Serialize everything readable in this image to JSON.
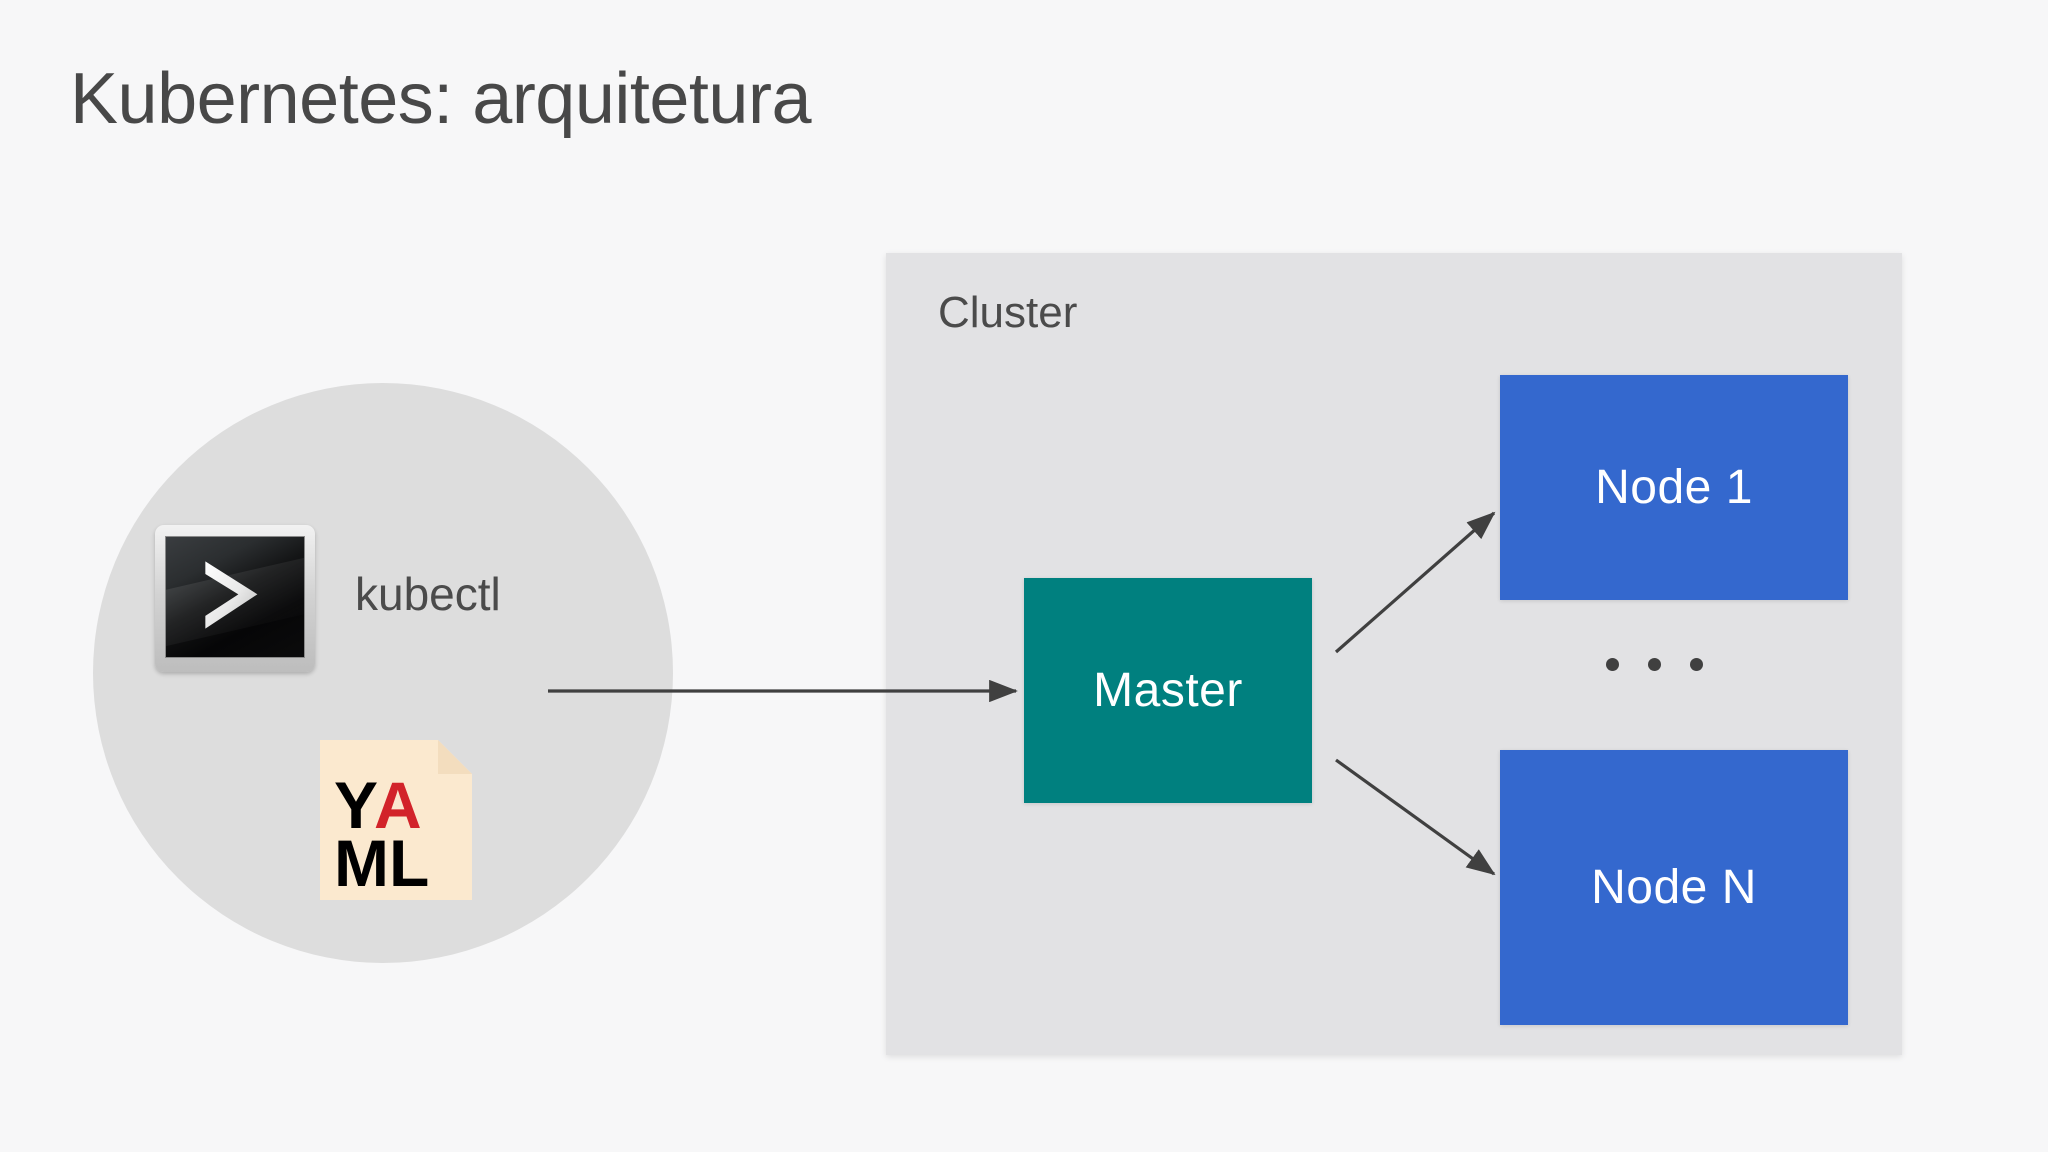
{
  "slide": {
    "title": "Kubernetes: arquitetura",
    "background_color": "#f7f7f8"
  },
  "client": {
    "circle_color": "#dddddd",
    "terminal_icon_name": "terminal-icon",
    "terminal_prompt_glyph": ">",
    "kubectl_label": "kubectl",
    "yaml_icon": {
      "name": "yaml-file-icon",
      "line1_left": "Y",
      "line1_right": "A",
      "line2": "ML",
      "paper_color": "#fbe9cf",
      "text_color": "#000000",
      "accent_color": "#d2232a"
    }
  },
  "cluster": {
    "label": "Cluster",
    "background_color": "#e2e2e4",
    "master": {
      "label": "Master",
      "color": "#00807f"
    },
    "nodes": [
      {
        "label": "Node 1",
        "color": "#3468ce"
      },
      {
        "label": "Node N",
        "color": "#3468ce"
      }
    ],
    "ellipsis": "• • •"
  },
  "arrows": {
    "color": "#404040",
    "kubectl_to_master": "kubectl -> Master",
    "master_to_node1": "Master -> Node 1",
    "master_to_nodeN": "Master -> Node N"
  },
  "diagram_data": {
    "type": "diagram",
    "title": "Kubernetes: arquitetura",
    "nodes": [
      {
        "id": "kubectl",
        "label": "kubectl",
        "group": "client"
      },
      {
        "id": "yaml",
        "label": "YAML",
        "group": "client"
      },
      {
        "id": "master",
        "label": "Master",
        "group": "cluster"
      },
      {
        "id": "node1",
        "label": "Node 1",
        "group": "cluster"
      },
      {
        "id": "nodeN",
        "label": "Node N",
        "group": "cluster"
      }
    ],
    "edges": [
      {
        "from": "kubectl",
        "to": "master",
        "style": "arrow"
      },
      {
        "from": "master",
        "to": "node1",
        "style": "arrow"
      },
      {
        "from": "master",
        "to": "nodeN",
        "style": "arrow"
      }
    ]
  }
}
